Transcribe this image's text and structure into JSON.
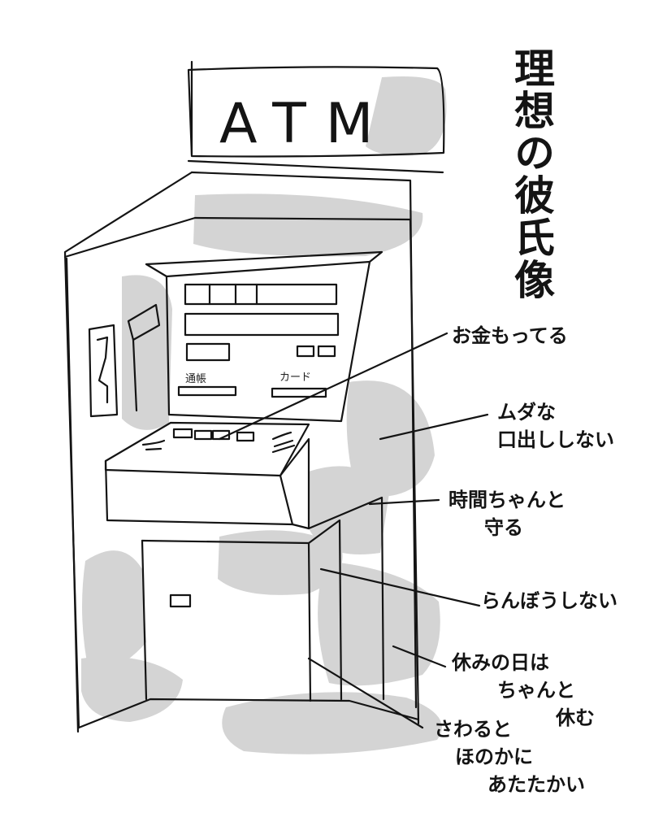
{
  "title": "理想の彼氏像",
  "sign_text": "ATM",
  "machine_labels": {
    "passbook": "通帳",
    "card": "カード"
  },
  "annotations": [
    {
      "lines": [
        "お金もってる"
      ]
    },
    {
      "lines": [
        "ムダな",
        "口出ししない"
      ]
    },
    {
      "lines": [
        "時間ちゃんと",
        "守る"
      ]
    },
    {
      "lines": [
        "らんぼうしない"
      ]
    },
    {
      "lines": [
        "休みの日は",
        "ちゃんと",
        "休む"
      ]
    },
    {
      "lines": [
        "さわると",
        "ほのかに",
        "あたたかい"
      ]
    }
  ],
  "colors": {
    "ink": "#141414",
    "shade": "#d2d2d2",
    "paper": "#ffffff"
  }
}
